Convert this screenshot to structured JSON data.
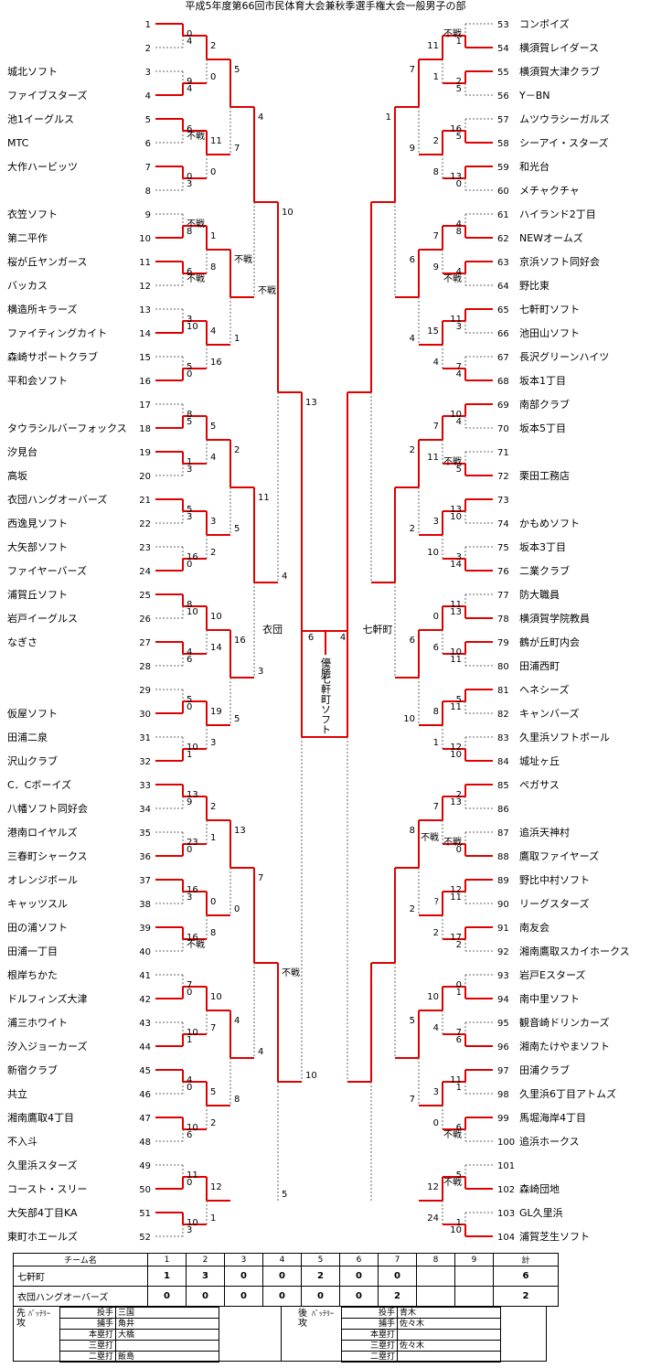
{
  "title": "平成5年度第66回市民体育大会兼秋季選手権大会一般男子の部",
  "teams": [
    {
      "no": "1",
      "name": ""
    },
    {
      "no": "2",
      "name": ""
    },
    {
      "no": "3",
      "name": "城北ソフト"
    },
    {
      "no": "4",
      "name": "ファイブスターズ"
    },
    {
      "no": "5",
      "name": "池1イーグルス"
    },
    {
      "no": "6",
      "name": "MTC"
    },
    {
      "no": "7",
      "name": "大作ハービッツ"
    },
    {
      "no": "8",
      "name": ""
    },
    {
      "no": "9",
      "name": "衣笠ソフト"
    },
    {
      "no": "10",
      "name": "第二平作"
    },
    {
      "no": "11",
      "name": "桜が丘ヤンガース"
    },
    {
      "no": "12",
      "name": "バッカス"
    },
    {
      "no": "13",
      "name": "横造所キラーズ"
    },
    {
      "no": "14",
      "name": "ファイティングカイト"
    },
    {
      "no": "15",
      "name": "森崎サポートクラブ"
    },
    {
      "no": "16",
      "name": "平和会ソフト"
    },
    {
      "no": "17",
      "name": ""
    },
    {
      "no": "18",
      "name": "タウラシルバーフォックス"
    },
    {
      "no": "19",
      "name": "汐見台"
    },
    {
      "no": "20",
      "name": "高坂"
    },
    {
      "no": "21",
      "name": "衣団ハングオーバーズ"
    },
    {
      "no": "22",
      "name": "西逸見ソフト"
    },
    {
      "no": "23",
      "name": "大矢部ソフト"
    },
    {
      "no": "24",
      "name": "ファイヤーバーズ"
    },
    {
      "no": "25",
      "name": "浦賀丘ソフト"
    },
    {
      "no": "26",
      "name": "岩戸イーグルス"
    },
    {
      "no": "27",
      "name": "なぎさ"
    },
    {
      "no": "28",
      "name": ""
    },
    {
      "no": "29",
      "name": ""
    },
    {
      "no": "30",
      "name": "仮屋ソフト"
    },
    {
      "no": "31",
      "name": "田浦二泉"
    },
    {
      "no": "32",
      "name": "沢山クラブ"
    },
    {
      "no": "33",
      "name": "C．Cボーイズ"
    },
    {
      "no": "34",
      "name": "八幡ソフト同好会"
    },
    {
      "no": "35",
      "name": "港南ロイヤルズ"
    },
    {
      "no": "36",
      "name": "三春町シャークス"
    },
    {
      "no": "37",
      "name": "オレンジボール"
    },
    {
      "no": "38",
      "name": "キャッツスル"
    },
    {
      "no": "39",
      "name": "田の浦ソフト"
    },
    {
      "no": "40",
      "name": "田浦一丁目"
    },
    {
      "no": "41",
      "name": "根岸ちかた"
    },
    {
      "no": "42",
      "name": "ドルフィンズ大津"
    },
    {
      "no": "43",
      "name": "浦三ホワイト"
    },
    {
      "no": "44",
      "name": "汐入ジョーカーズ"
    },
    {
      "no": "45",
      "name": "新宿クラブ"
    },
    {
      "no": "46",
      "name": "共立"
    },
    {
      "no": "47",
      "name": "湘南鷹取4丁目"
    },
    {
      "no": "48",
      "name": "不入斗"
    },
    {
      "no": "49",
      "name": "久里浜スターズ"
    },
    {
      "no": "50",
      "name": "コースト・スリー"
    },
    {
      "no": "51",
      "name": "大矢部4丁目KA"
    },
    {
      "no": "52",
      "name": "東町ホエールズ"
    },
    {
      "no": "53",
      "name": "コンボイズ"
    },
    {
      "no": "54",
      "name": "横須賀レイダース"
    },
    {
      "no": "55",
      "name": "横須賀大津クラブ"
    },
    {
      "no": "56",
      "name": "Y－BN"
    },
    {
      "no": "57",
      "name": "ムツウラシーガルズ"
    },
    {
      "no": "58",
      "name": "シーアイ・スターズ"
    },
    {
      "no": "59",
      "name": "和光台"
    },
    {
      "no": "60",
      "name": "メチャクチャ"
    },
    {
      "no": "61",
      "name": "ハイランド2丁目"
    },
    {
      "no": "62",
      "name": "NEWオームズ"
    },
    {
      "no": "63",
      "name": "京浜ソフト同好会"
    },
    {
      "no": "64",
      "name": "野比東"
    },
    {
      "no": "65",
      "name": "七軒町ソフト"
    },
    {
      "no": "66",
      "name": "池田山ソフト"
    },
    {
      "no": "67",
      "name": "長沢グリーンハイツ"
    },
    {
      "no": "68",
      "name": "坂本1丁目"
    },
    {
      "no": "69",
      "name": "南部クラブ"
    },
    {
      "no": "70",
      "name": "坂本5丁目"
    },
    {
      "no": "71",
      "name": ""
    },
    {
      "no": "72",
      "name": "栗田工務店"
    },
    {
      "no": "73",
      "name": ""
    },
    {
      "no": "74",
      "name": "かもめソフト"
    },
    {
      "no": "75",
      "name": "坂本3丁目"
    },
    {
      "no": "76",
      "name": "二業クラブ"
    },
    {
      "no": "77",
      "name": "防大職員"
    },
    {
      "no": "78",
      "name": "横須賀学院教員"
    },
    {
      "no": "79",
      "name": "鶴が丘町内会"
    },
    {
      "no": "80",
      "name": "田浦西町"
    },
    {
      "no": "81",
      "name": "ヘネシーズ"
    },
    {
      "no": "82",
      "name": "キャンバーズ"
    },
    {
      "no": "83",
      "name": "久里浜ソフトボール"
    },
    {
      "no": "84",
      "name": "城址ヶ丘"
    },
    {
      "no": "85",
      "name": "ペガサス"
    },
    {
      "no": "86",
      "name": ""
    },
    {
      "no": "87",
      "name": "追浜天神村"
    },
    {
      "no": "88",
      "name": "鷹取ファイヤーズ"
    },
    {
      "no": "89",
      "name": "野比中村ソフト"
    },
    {
      "no": "90",
      "name": "リーグスターズ"
    },
    {
      "no": "91",
      "name": "南友会"
    },
    {
      "no": "92",
      "name": "湘南鷹取スカイホークス"
    },
    {
      "no": "93",
      "name": "岩戸Eスターズ"
    },
    {
      "no": "94",
      "name": "南中里ソフト"
    },
    {
      "no": "95",
      "name": "観音崎ドリンカーズ"
    },
    {
      "no": "96",
      "name": "湘南たけやまソフト"
    },
    {
      "no": "97",
      "name": "田浦クラブ"
    },
    {
      "no": "98",
      "name": "久里浜6丁目アトムズ"
    },
    {
      "no": "99",
      "name": "馬堀海岸4丁目"
    },
    {
      "no": "100",
      "name": "追浜ホークス"
    },
    {
      "no": "101",
      "name": ""
    },
    {
      "no": "102",
      "name": "森崎団地"
    },
    {
      "no": "103",
      "name": "GL久里浜"
    },
    {
      "no": "104",
      "name": "浦賀芝生ソフト"
    }
  ],
  "scores": [
    {
      "t": "0"
    },
    {
      "t": "4"
    },
    {
      "t": "9"
    },
    {
      "t": "4"
    },
    {
      "t": "6"
    },
    {
      "t": "不戦"
    },
    {
      "t": "0"
    },
    {
      "t": "3"
    },
    {
      "t": "不戦"
    },
    {
      "t": "8"
    },
    {
      "t": "6"
    },
    {
      "t": "不戦"
    },
    {
      "t": "3"
    },
    {
      "t": "10"
    },
    {
      "t": "5"
    },
    {
      "t": "0"
    },
    {
      "t": "8"
    },
    {
      "t": "5"
    },
    {
      "t": "1"
    },
    {
      "t": "3"
    },
    {
      "t": "5"
    },
    {
      "t": "3"
    },
    {
      "t": "16"
    },
    {
      "t": "0"
    },
    {
      "t": "8"
    },
    {
      "t": "10"
    },
    {
      "t": "4"
    },
    {
      "t": "6"
    },
    {
      "t": "5"
    },
    {
      "t": "0"
    },
    {
      "t": "10"
    },
    {
      "t": "1"
    },
    {
      "t": "13"
    },
    {
      "t": "9"
    },
    {
      "t": "23"
    },
    {
      "t": "0"
    },
    {
      "t": "16"
    },
    {
      "t": "3"
    },
    {
      "t": "16"
    },
    {
      "t": "不戦"
    },
    {
      "t": "7"
    },
    {
      "t": "0"
    },
    {
      "t": "10"
    },
    {
      "t": "1"
    },
    {
      "t": "4"
    },
    {
      "t": "0"
    },
    {
      "t": "10"
    },
    {
      "t": "6"
    },
    {
      "t": "11"
    },
    {
      "t": "0"
    },
    {
      "t": "10"
    },
    {
      "t": "3"
    },
    {
      "t": "2"
    },
    {
      "t": "0"
    },
    {
      "t": "11"
    },
    {
      "t": "0"
    },
    {
      "t": "1"
    },
    {
      "t": "8"
    },
    {
      "t": "4"
    },
    {
      "t": "16"
    },
    {
      "t": "5"
    },
    {
      "t": "4"
    },
    {
      "t": "3"
    },
    {
      "t": "2"
    },
    {
      "t": "10"
    },
    {
      "t": "14"
    },
    {
      "t": "19"
    },
    {
      "t": "3"
    },
    {
      "t": "2"
    },
    {
      "t": "1"
    },
    {
      "t": "0"
    },
    {
      "t": "8"
    },
    {
      "t": "10"
    },
    {
      "t": "7"
    },
    {
      "t": "5"
    },
    {
      "t": "2"
    },
    {
      "t": "12"
    },
    {
      "t": "1"
    },
    {
      "t": "5"
    },
    {
      "t": "7"
    },
    {
      "t": "不戦"
    },
    {
      "t": "1"
    },
    {
      "t": "2"
    },
    {
      "t": "5"
    },
    {
      "t": "16"
    },
    {
      "t": "5"
    },
    {
      "t": "13"
    },
    {
      "t": "0"
    },
    {
      "t": "4"
    },
    {
      "t": "8"
    },
    {
      "t": "4"
    },
    {
      "t": "不戦"
    },
    {
      "t": "11"
    },
    {
      "t": "3"
    },
    {
      "t": "7"
    },
    {
      "t": "4"
    },
    {
      "t": "10"
    },
    {
      "t": "4"
    },
    {
      "t": "不戦"
    },
    {
      "t": "5"
    },
    {
      "t": "13"
    },
    {
      "t": "10"
    },
    {
      "t": "3"
    },
    {
      "t": "14"
    },
    {
      "t": "11"
    },
    {
      "t": "13"
    },
    {
      "t": "10"
    },
    {
      "t": "11"
    },
    {
      "t": "5"
    },
    {
      "t": "11"
    },
    {
      "t": "12"
    },
    {
      "t": "10"
    },
    {
      "t": "2"
    },
    {
      "t": "13"
    },
    {
      "t": "不戦"
    },
    {
      "t": "0"
    },
    {
      "t": "12"
    },
    {
      "t": "11"
    },
    {
      "t": "17"
    },
    {
      "t": "2"
    },
    {
      "t": "0"
    },
    {
      "t": "1"
    },
    {
      "t": "7"
    },
    {
      "t": "6"
    },
    {
      "t": "11"
    },
    {
      "t": "1"
    },
    {
      "t": "6"
    },
    {
      "t": "不戦"
    },
    {
      "t": "5"
    },
    {
      "t": "不戦"
    },
    {
      "t": "1"
    },
    {
      "t": "10"
    },
    {
      "t": "11"
    },
    {
      "t": "1"
    },
    {
      "t": "2"
    },
    {
      "t": "8"
    },
    {
      "t": "7"
    },
    {
      "t": "9"
    },
    {
      "t": "15"
    },
    {
      "t": "4"
    },
    {
      "t": "7"
    },
    {
      "t": "11"
    },
    {
      "t": "3"
    },
    {
      "t": "10"
    },
    {
      "t": "0"
    },
    {
      "t": "6"
    },
    {
      "t": "8"
    },
    {
      "t": "1"
    },
    {
      "t": "7"
    },
    {
      "t": "不戦"
    },
    {
      "t": "?"
    },
    {
      "t": "2"
    },
    {
      "t": "10"
    },
    {
      "t": "4"
    },
    {
      "t": "3"
    },
    {
      "t": "0"
    },
    {
      "t": "12"
    },
    {
      "t": "24"
    },
    {
      "t": "7"
    },
    {
      "t": "9"
    },
    {
      "t": "6"
    },
    {
      "t": "4"
    },
    {
      "t": "2"
    },
    {
      "t": "2"
    },
    {
      "t": "6"
    },
    {
      "t": "10"
    },
    {
      "t": "8"
    },
    {
      "t": "2"
    },
    {
      "t": "5"
    },
    {
      "t": "7"
    },
    {
      "t": "1"
    }
  ],
  "labels": {
    "left_team": "衣団",
    "right_team": "七軒町",
    "winner_head": "優勝",
    "winner_name": "七軒町ソフト"
  },
  "scoreboard": {
    "header_team": "チーム名",
    "innings": [
      "1",
      "2",
      "3",
      "4",
      "5",
      "6",
      "7",
      "8",
      "9"
    ],
    "header_total": "計",
    "rows": [
      {
        "team": "七軒町",
        "runs": [
          "1",
          "3",
          "0",
          "0",
          "2",
          "0",
          "0",
          "",
          ""
        ],
        "total": "6"
      },
      {
        "team": "衣団ハングオーバーズ",
        "runs": [
          "0",
          "0",
          "0",
          "0",
          "0",
          "0",
          "2",
          "",
          ""
        ],
        "total": "2"
      }
    ]
  },
  "lineup": {
    "first": {
      "side": "先攻",
      "battery": "ﾊﾞｯﾃﾘｰ",
      "rows": [
        {
          "k": "投手",
          "v": "三国"
        },
        {
          "k": "捕手",
          "v": "角井"
        },
        {
          "k": "本塁打",
          "v": "大橋"
        },
        {
          "k": "三塁打",
          "v": ""
        },
        {
          "k": "二塁打",
          "v": "飯島"
        }
      ]
    },
    "second": {
      "side": "後攻",
      "battery": "ﾊﾞｯﾃﾘｰ",
      "rows": [
        {
          "k": "投手",
          "v": "青木"
        },
        {
          "k": "捕手",
          "v": "佐々木"
        },
        {
          "k": "本塁打",
          "v": ""
        },
        {
          "k": "三塁打",
          "v": "佐々木"
        },
        {
          "k": "二塁打",
          "v": ""
        }
      ]
    }
  }
}
